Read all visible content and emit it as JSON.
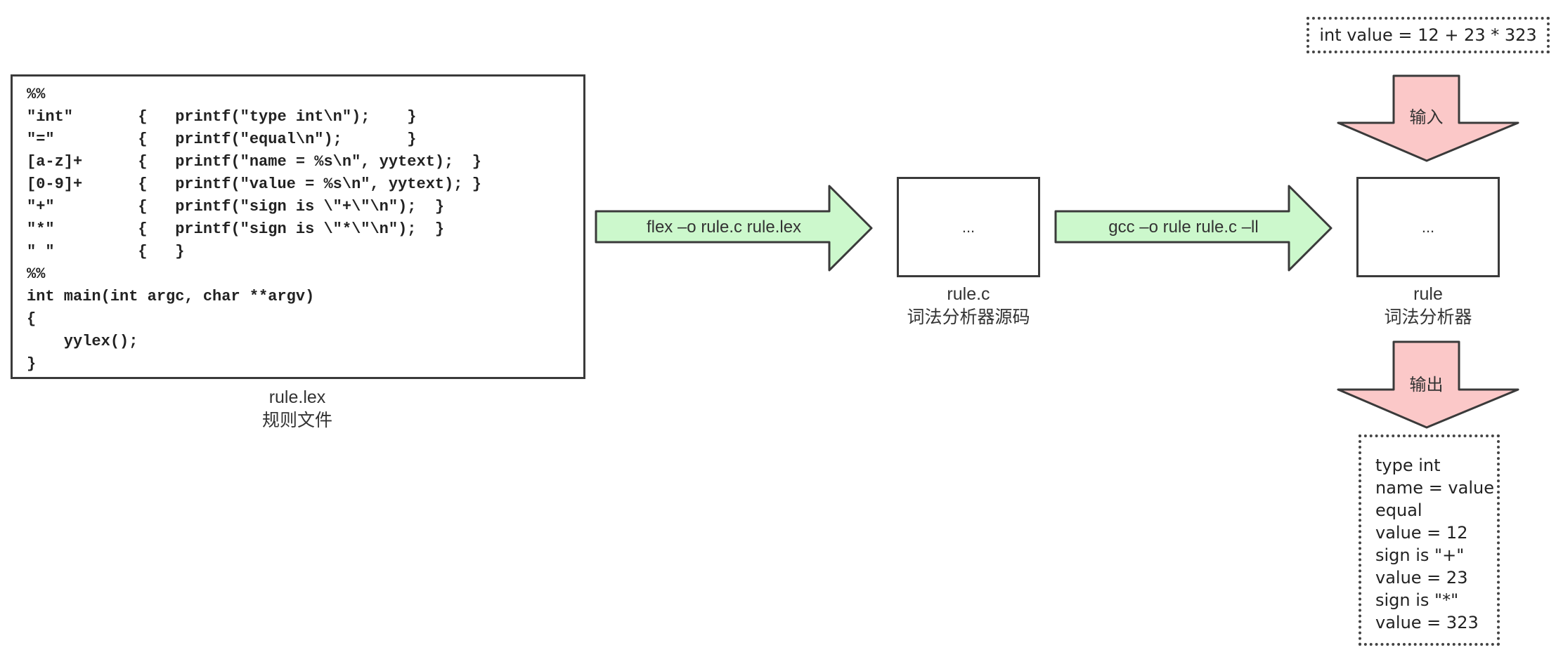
{
  "rule_file": {
    "code_lines": [
      "%%",
      "\"int\"       {   printf(\"type int\\n\");    }",
      "\"=\"         {   printf(\"equal\\n\");       }",
      "[a-z]+      {   printf(\"name = %s\\n\", yytext);  }",
      "[0-9]+      {   printf(\"value = %s\\n\", yytext); }",
      "\"+\"         {   printf(\"sign is \\\"+\\\"\\n\");  }",
      "\"*\"         {   printf(\"sign is \\\"*\\\"\\n\");  }",
      "\" \"         {   }",
      "%%",
      "int main(int argc, char **argv)",
      "{",
      "    yylex();",
      "}"
    ],
    "caption_line1": "rule.lex",
    "caption_line2": "规则文件"
  },
  "arrow1": {
    "label": "flex –o rule.c rule.lex"
  },
  "source_node": {
    "content": "...",
    "caption_line1": "rule.c",
    "caption_line2": "词法分析器源码"
  },
  "arrow2": {
    "label": "gcc –o rule rule.c –ll"
  },
  "analyzer_node": {
    "content": "...",
    "caption_line1": "rule",
    "caption_line2": "词法分析器"
  },
  "input": {
    "text": "int value = 12 + 23 * 323",
    "arrow_label": "输入"
  },
  "output": {
    "arrow_label": "输出",
    "lines": [
      "type int",
      "name = value",
      "equal",
      "value = 12",
      "sign is \"+\"",
      "value = 23",
      "sign is \"*\"",
      "value = 323"
    ]
  },
  "colors": {
    "process_arrow_fill": "#ccf8cc",
    "io_arrow_fill": "#fbc8c8",
    "stroke": "#3a3a3a"
  }
}
